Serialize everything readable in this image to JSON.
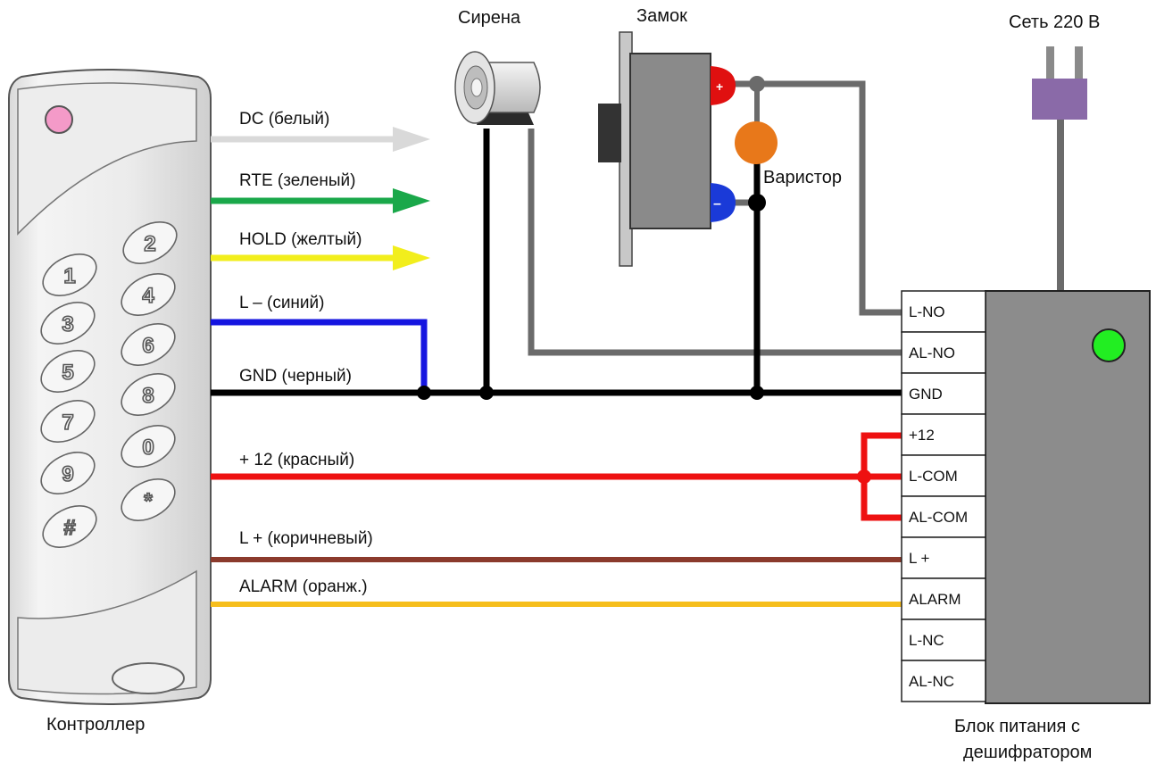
{
  "labels": {
    "controller": "Контроллер",
    "siren": "Сирена",
    "lock": "Замок",
    "varistor": "Варистор",
    "mains": "Сеть 220 В",
    "psu_line1": "Блок питания с",
    "psu_line2": "дешифратором"
  },
  "lock_polarity": {
    "plus": "+",
    "minus": "–"
  },
  "keypad": {
    "left_keys": [
      "1",
      "3",
      "5",
      "7",
      "9",
      "#"
    ],
    "right_keys": [
      "2",
      "4",
      "6",
      "8",
      "0",
      "*"
    ]
  },
  "wires": [
    {
      "id": "dc",
      "label": "DC (белый)",
      "color": "#d9d9d9"
    },
    {
      "id": "rte",
      "label": "RTE (зеленый)",
      "color": "#1aa84a"
    },
    {
      "id": "hold",
      "label": "HOLD (желтый)",
      "color": "#f2ee1c"
    },
    {
      "id": "lminus",
      "label": "L – (синий)",
      "color": "#1515e0"
    },
    {
      "id": "gnd",
      "label": "GND (черный)",
      "color": "#000000"
    },
    {
      "id": "plus12",
      "label": "+ 12 (красный)",
      "color": "#ee1111"
    },
    {
      "id": "lplus",
      "label": "L + (коричневый)",
      "color": "#8b3a2c"
    },
    {
      "id": "alarm",
      "label": "ALARM (оранж.)",
      "color": "#f6be1c"
    }
  ],
  "terminals": [
    "L-NO",
    "AL-NO",
    "GND",
    "+12",
    "L-COM",
    "AL-COM",
    "L +",
    "ALARM",
    "L-NC",
    "AL-NC"
  ],
  "colors": {
    "gray_wire": "#6b6b6b",
    "psu_body": "#8c8c8c",
    "led_green": "#22ee22",
    "plug": "#8a6aa8",
    "varistor": "#e8781a",
    "lock_plus": "#e01010",
    "lock_minus": "#1a3ad8",
    "controller_led": "#f49ac8"
  }
}
